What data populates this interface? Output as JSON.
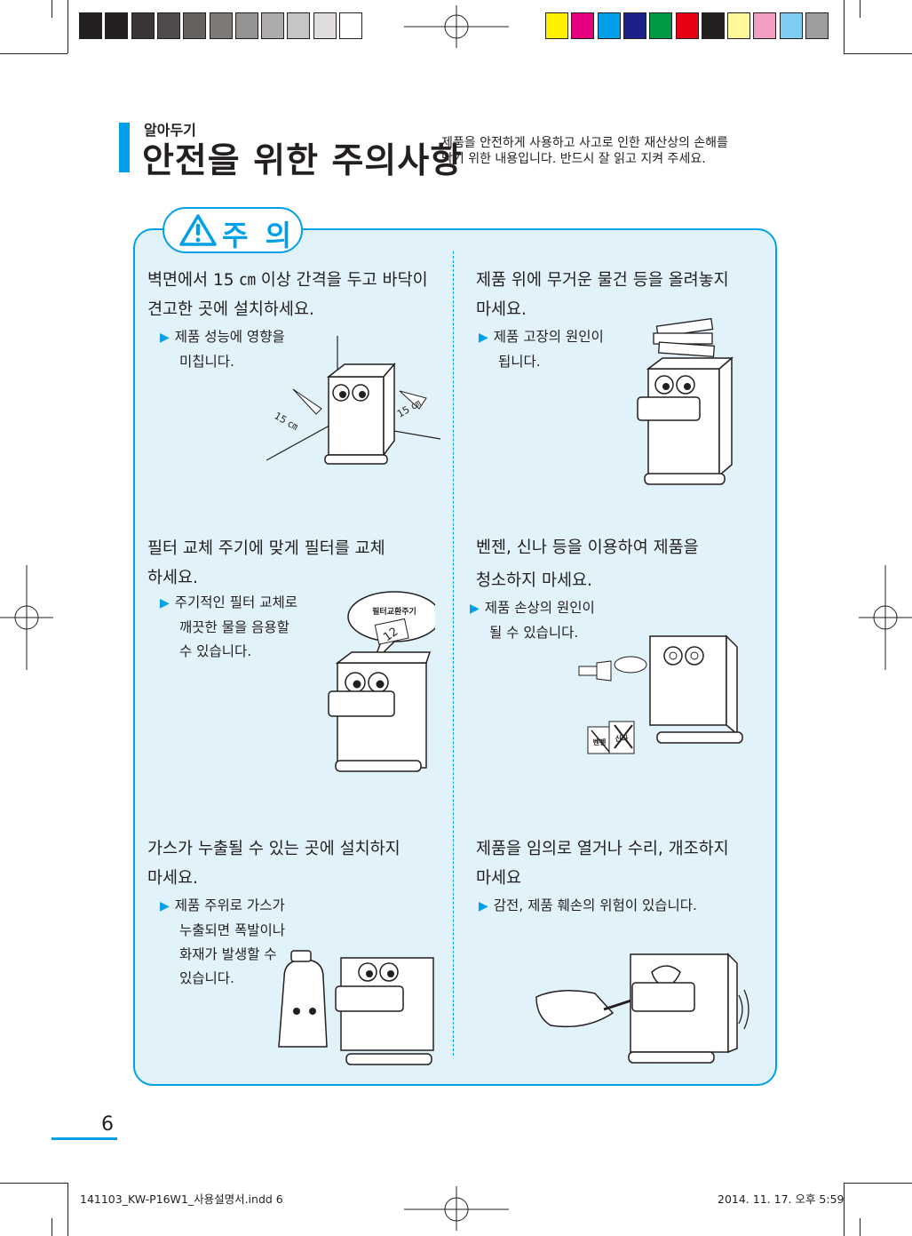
{
  "header": {
    "kicker": "알아두기",
    "title": "안전을 위한 주의사항",
    "intro_line1": "제품을 안전하게 사용하고 사고로 인한 재산상의 손해를",
    "intro_line2": "막기 위한 내용입니다. 반드시 잘 읽고 지켜 주세요."
  },
  "caution": {
    "label": "주 의"
  },
  "items": [
    {
      "title_line1": "벽면에서 15 ㎝ 이상 간격을 두고 바닥이",
      "title_line2": "견고한 곳에 설치하세요.",
      "note_line1": "제품 성능에 영향을",
      "note_line2": "미칩니다.",
      "illus_labels": [
        "15 ㎝",
        "15 ㎝"
      ]
    },
    {
      "title_line1": "제품 위에 무거운 물건 등을 올려놓지",
      "title_line2": "마세요.",
      "note_line1": "제품 고장의 원인이",
      "note_line2": "됩니다."
    },
    {
      "title_line1": "필터 교체 주기에 맞게 필터를 교체",
      "title_line2": "하세요.",
      "note_line1": "주기적인 필터 교체로",
      "note_line2": "깨끗한 물을 음용할",
      "note_line3": "수 있습니다.",
      "bubble_label": "필터교환주기",
      "calendar_number": "12"
    },
    {
      "title_line1": "벤젠, 신나 등을 이용하여 제품을",
      "title_line2": "청소하지 마세요.",
      "note_line1": "제품 손상의 원인이",
      "note_line2": "될 수 있습니다.",
      "can_labels": [
        "벤젠",
        "신나"
      ]
    },
    {
      "title_line1": "가스가 누출될 수 있는 곳에 설치하지",
      "title_line2": "마세요.",
      "note_line1": "제품 주위로 가스가",
      "note_line2": "누출되면 폭발이나",
      "note_line3": "화재가 발생할 수",
      "note_line4": "있습니다."
    },
    {
      "title_line1": "제품을 임의로 열거나 수리, 개조하지",
      "title_line2": "마세요",
      "note_line1": "감전, 제품 훼손의 위험이 있습니다."
    }
  ],
  "page_number": "6",
  "footer": {
    "left": "141103_KW-P16W1_사용설명서.indd   6",
    "right": "2014. 11. 17.   오후 5:59"
  },
  "colors": {
    "accent": "#00a0e9",
    "panel_bg": "#e1f2fa",
    "text": "#231f20"
  },
  "color_bar": {
    "grays": [
      "#231f20",
      "#231f20",
      "#3a3536",
      "#4f4b4c",
      "#66625f",
      "#7d7a78",
      "#959392",
      "#adabaa",
      "#c6c5c4",
      "#dfdedd",
      "#ffffff"
    ],
    "process": [
      "#fff100",
      "#e4007f",
      "#00a0e9",
      "#1d2088",
      "#009944",
      "#e60012",
      "#231f20",
      "#fff799",
      "#f19ec2",
      "#7ecef4",
      "#9e9e9f"
    ]
  }
}
